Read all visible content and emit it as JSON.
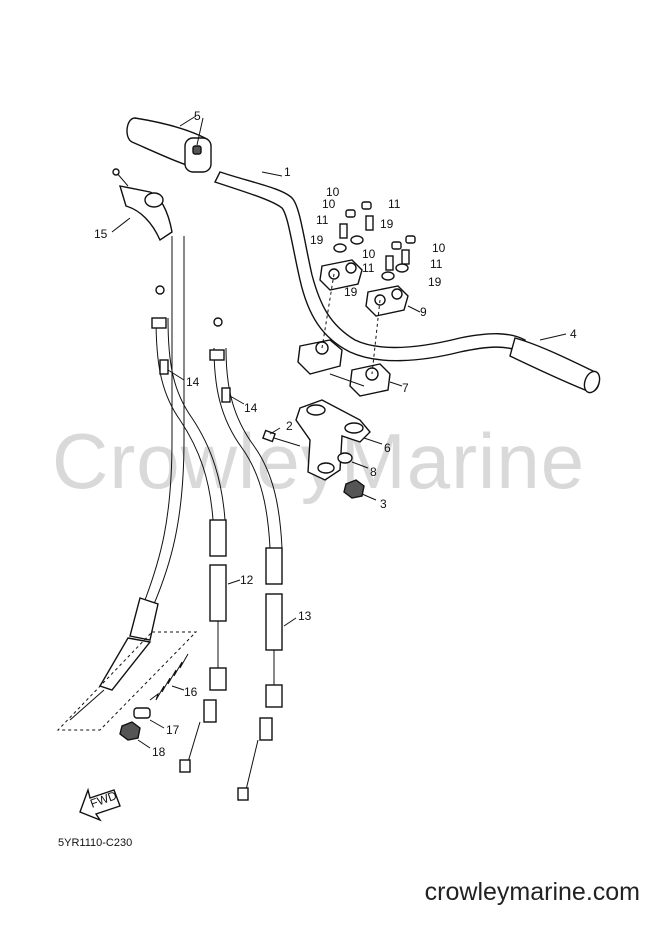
{
  "watermark": "CrowleyMarine",
  "reference_code": "5YR1110-C230",
  "site_url": "crowleymarine.com",
  "fwd_label": "FWD",
  "callouts": [
    {
      "id": "c1",
      "label": "1"
    },
    {
      "id": "c2",
      "label": "2"
    },
    {
      "id": "c3",
      "label": "3"
    },
    {
      "id": "c4",
      "label": "4"
    },
    {
      "id": "c5",
      "label": "5"
    },
    {
      "id": "c6",
      "label": "6"
    },
    {
      "id": "c7",
      "label": "7"
    },
    {
      "id": "c8",
      "label": "8"
    },
    {
      "id": "c9",
      "label": "9"
    },
    {
      "id": "c10a",
      "label": "10"
    },
    {
      "id": "c10b",
      "label": "10"
    },
    {
      "id": "c10c",
      "label": "10"
    },
    {
      "id": "c10d",
      "label": "10"
    },
    {
      "id": "c11a",
      "label": "11"
    },
    {
      "id": "c11b",
      "label": "11"
    },
    {
      "id": "c11c",
      "label": "11"
    },
    {
      "id": "c11d",
      "label": "11"
    },
    {
      "id": "c12",
      "label": "12"
    },
    {
      "id": "c13",
      "label": "13"
    },
    {
      "id": "c14a",
      "label": "14"
    },
    {
      "id": "c14b",
      "label": "14"
    },
    {
      "id": "c15",
      "label": "15"
    },
    {
      "id": "c16",
      "label": "16"
    },
    {
      "id": "c17",
      "label": "17"
    },
    {
      "id": "c18",
      "label": "18"
    },
    {
      "id": "c19a",
      "label": "19"
    },
    {
      "id": "c19b",
      "label": "19"
    },
    {
      "id": "c19c",
      "label": "19"
    },
    {
      "id": "c19d",
      "label": "19"
    }
  ]
}
